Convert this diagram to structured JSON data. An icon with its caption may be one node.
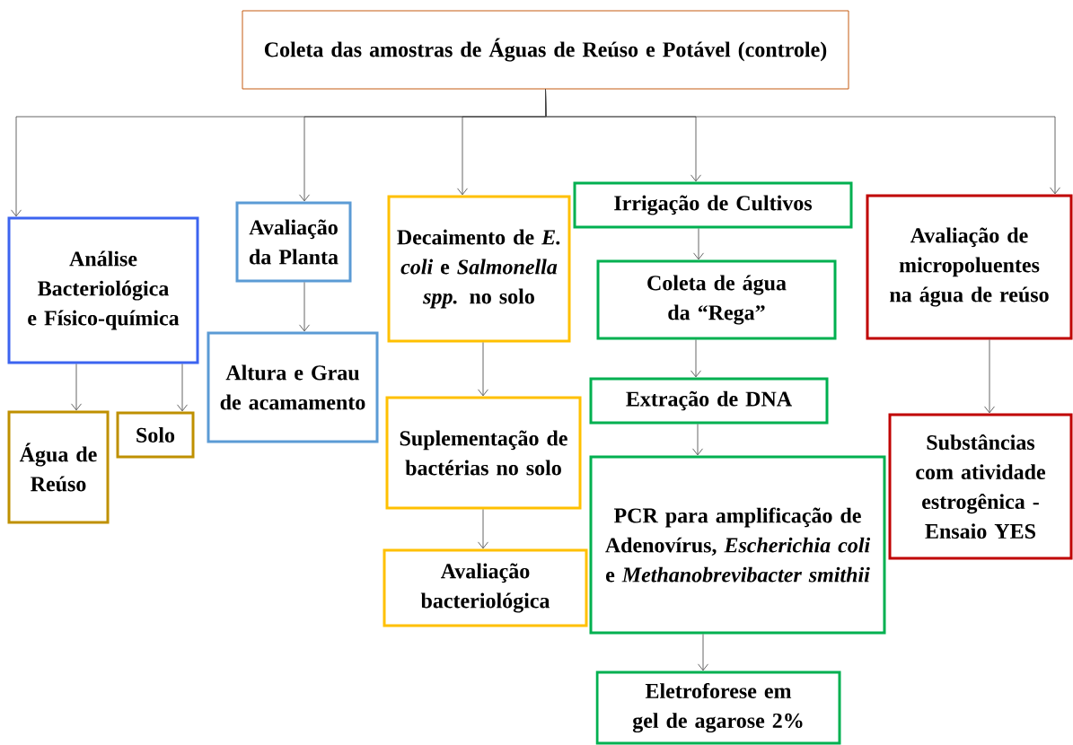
{
  "diagram": {
    "nodes": [
      {
        "text": [
          "Coleta das amostras de Águas de Reúso e Potável (controle)"
        ]
      },
      {
        "text": [
          "Análise Bacteriológica e Físico-química"
        ]
      },
      {
        "text": [
          "Água de Reúso"
        ]
      },
      {
        "text": [
          "Solo"
        ]
      },
      {
        "text": [
          "Avaliação da Planta"
        ]
      },
      {
        "text": [
          "Altura e Grau de acamamento"
        ]
      },
      {
        "text": [
          "Decaimento de *E. coli* e *Salmonella spp.* no solo"
        ]
      },
      {
        "text": [
          "Suplementação de bactérias no solo"
        ]
      },
      {
        "text": [
          "Avaliação bacteriológica"
        ]
      },
      {
        "text": [
          "Irrigação de Cultivos"
        ]
      },
      {
        "text": [
          "Coleta de água da “Rega”"
        ]
      },
      {
        "text": [
          "Extração de DNA"
        ]
      },
      {
        "text": [
          "PCR para amplificação de Adenovírus, *Escherichia coli* e *Methanobrevibacter smithii*"
        ]
      },
      {
        "text": [
          "Eletroforese em gel de agarose 2%"
        ]
      },
      {
        "text": [
          "Avaliação de micropoluentes na água de reúso"
        ]
      },
      {
        "text": [
          "Substâncias com atividade estrogênica - Ensaio YES"
        ]
      }
    ],
    "edges": [
      {
        "from": 0,
        "to": 1,
        "arrow": "to"
      },
      {
        "from": 0,
        "to": 4,
        "arrow": "to"
      },
      {
        "from": 0,
        "to": 6,
        "arrow": "to"
      },
      {
        "from": 0,
        "to": 9,
        "arrow": "to"
      },
      {
        "from": 0,
        "to": 14,
        "arrow": "to"
      },
      {
        "from": 1,
        "to": 2,
        "arrow": "to"
      },
      {
        "from": 1,
        "to": 3,
        "arrow": "to"
      },
      {
        "from": 4,
        "to": 5,
        "arrow": "to"
      },
      {
        "from": 6,
        "to": 7,
        "arrow": "to"
      },
      {
        "from": 7,
        "to": 8,
        "arrow": "to"
      },
      {
        "from": 9,
        "to": 10,
        "arrow": "to"
      },
      {
        "from": 10,
        "to": 11,
        "arrow": "to"
      },
      {
        "from": 11,
        "to": 12,
        "arrow": "to"
      },
      {
        "from": 12,
        "to": 13,
        "arrow": "to"
      },
      {
        "from": 14,
        "to": 15,
        "arrow": "to"
      }
    ]
  }
}
